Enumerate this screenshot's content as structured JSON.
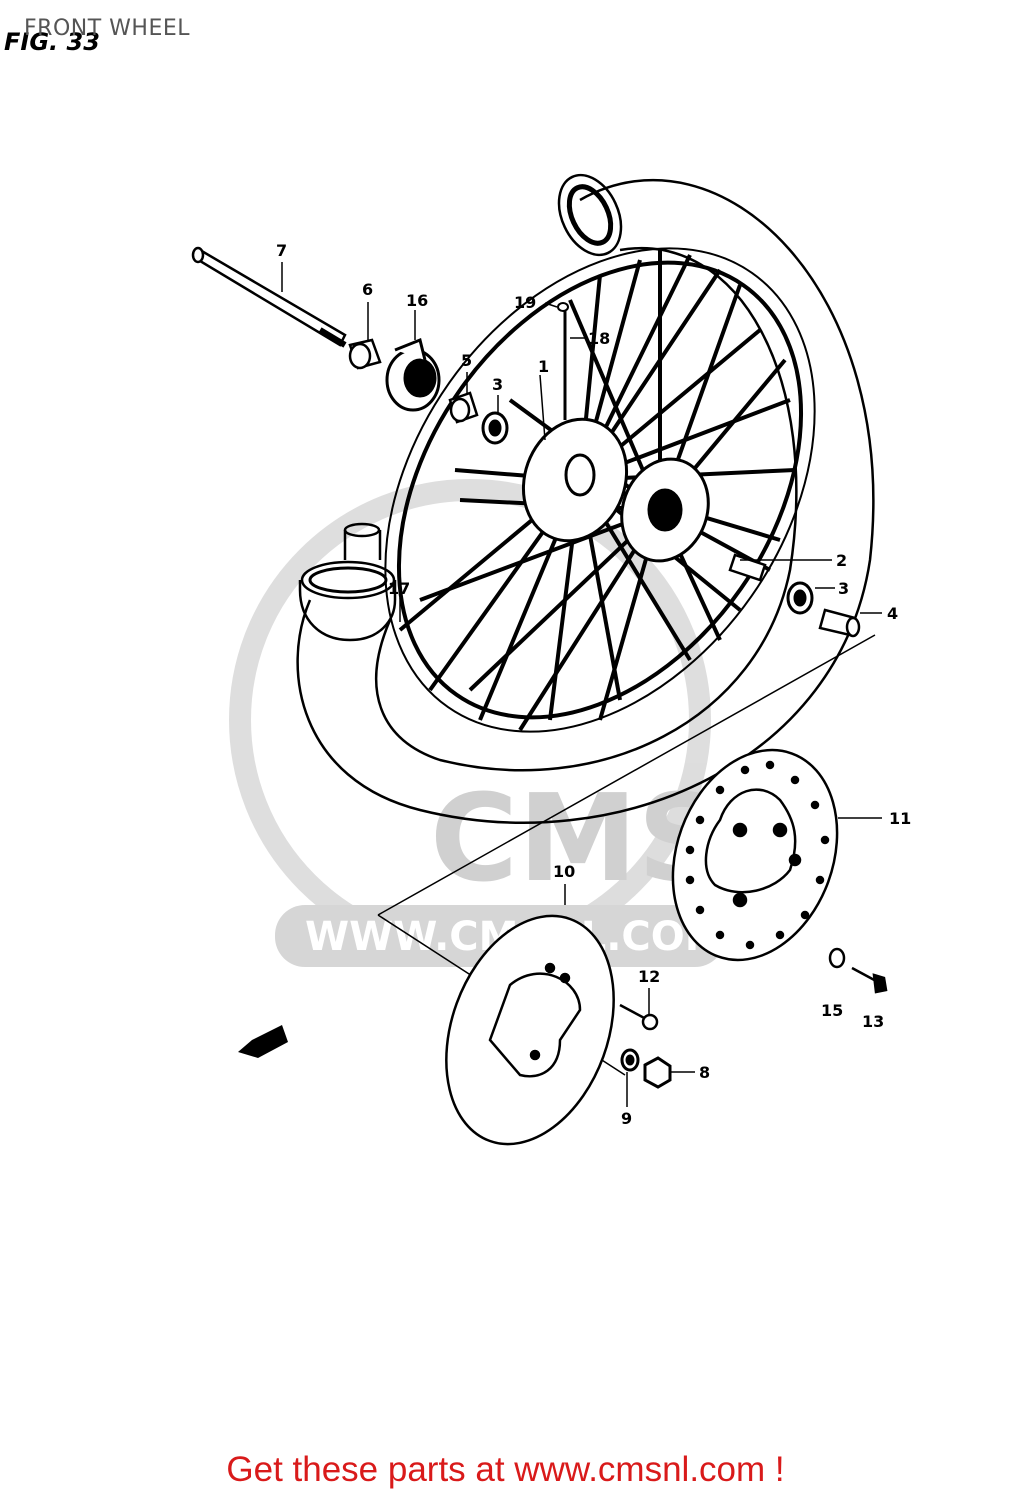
{
  "header": {
    "title": "FRONT WHEEL",
    "fig_label": "FIG. 33"
  },
  "callouts": {
    "c1": "1",
    "c2": "2",
    "c3a": "3",
    "c3b": "3",
    "c4": "4",
    "c5": "5",
    "c6": "6",
    "c7": "7",
    "c8": "8",
    "c9": "9",
    "c10": "10",
    "c11": "11",
    "c12": "12",
    "c13": "13",
    "c15": "15",
    "c16": "16",
    "c17": "17",
    "c18": "18",
    "c19": "19"
  },
  "watermark": {
    "text": "CMS",
    "url": "WWW.CMSNL.COM"
  },
  "footer": {
    "text": "Get these parts at www.cmsnl.com !"
  },
  "colors": {
    "link": "#d91a1a",
    "line": "#000000",
    "watermark": "#c8c8c8"
  }
}
